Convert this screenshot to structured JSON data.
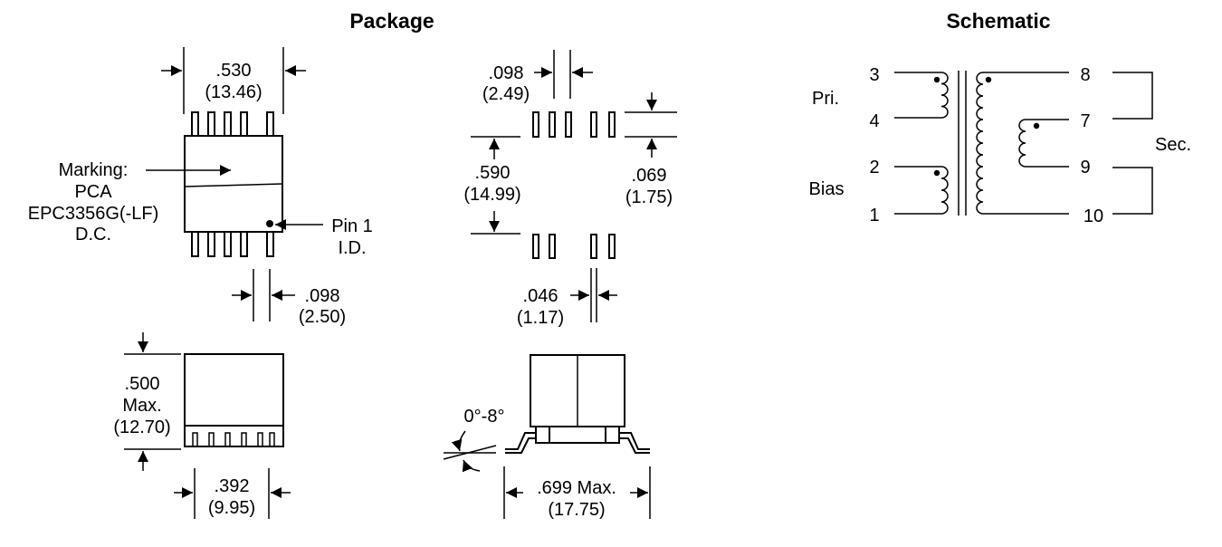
{
  "package": {
    "heading": "Package",
    "top_view": {
      "width_in": ".530",
      "width_mm": "(13.46)",
      "pitch_in": ".098",
      "pitch_mm": "(2.50)",
      "marking_lines": [
        "Marking:",
        "PCA",
        "EPC3356G(-LF)",
        "D.C."
      ],
      "pin1_lines": [
        "Pin 1",
        "I.D."
      ]
    },
    "footprint": {
      "pitch_in": ".098",
      "pitch_mm": "(2.49)",
      "row_span_in": ".590",
      "row_span_mm": "(14.99)",
      "pad_len_in": ".069",
      "pad_len_mm": "(1.75)",
      "pad_width_in": ".046",
      "pad_width_mm": "(1.17)"
    },
    "side_view": {
      "height_in": ".500",
      "height_max": "Max.",
      "height_mm": "(12.70)",
      "span_in": ".392",
      "span_mm": "(9.95)"
    },
    "end_view": {
      "angle": "0°-8°",
      "width": ".699 Max.",
      "width_mm": "(17.75)"
    }
  },
  "schematic": {
    "heading": "Schematic",
    "pins": {
      "p3": "3",
      "p4": "4",
      "p2": "2",
      "p1": "1",
      "p8": "8",
      "p7": "7",
      "p9": "9",
      "p10": "10"
    },
    "labels": {
      "primary": "Pri.",
      "bias": "Bias",
      "secondary": "Sec."
    }
  }
}
